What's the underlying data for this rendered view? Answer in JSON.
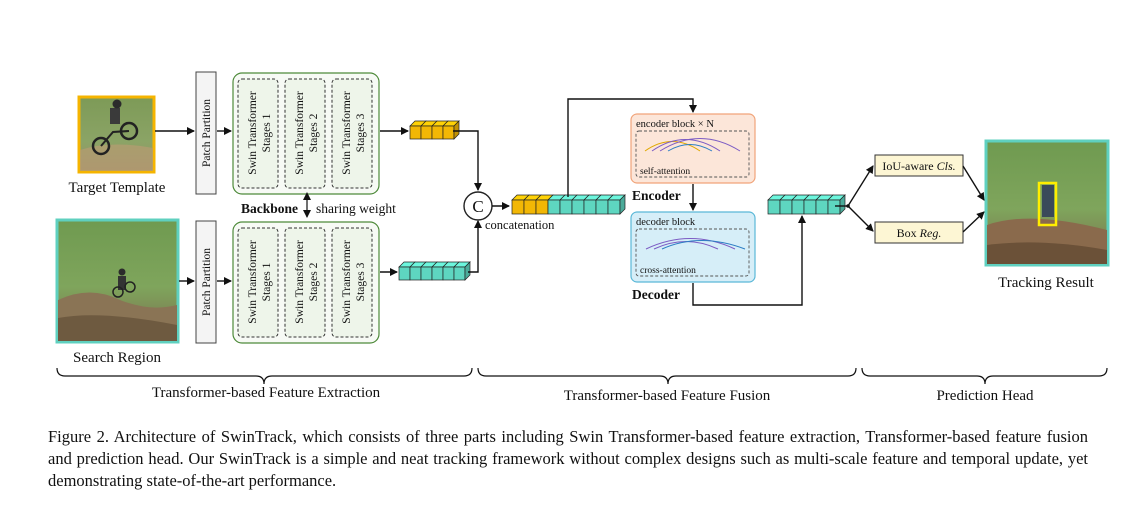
{
  "diagram": {
    "target_template_label": "Target Template",
    "search_region_label": "Search Region",
    "patch_partition_label": "Patch Partition",
    "swin_stage_labels": [
      [
        "Swin Transformer",
        "Stages 1"
      ],
      [
        "Swin Transformer",
        "Stages 2"
      ],
      [
        "Swin Transformer",
        "Stages 3"
      ]
    ],
    "backbone_label": "Backbone",
    "sharing_weight_label": "sharing weight",
    "concat_symbol": "C",
    "concatenation_label": "concatenation",
    "encoder_block_label": "encoder block × N",
    "self_attention_label": "self-attention",
    "encoder_label": "Encoder",
    "decoder_block_label": "decoder block",
    "cross_attention_label": "cross-attention",
    "decoder_label": "Decoder",
    "head_cls_prefix": "IoU-aware ",
    "head_cls_italic": "Cls.",
    "head_reg_prefix": "Box ",
    "head_reg_italic": "Reg.",
    "tracking_result_label": "Tracking Result",
    "section_labels": {
      "extraction": "Transformer-based Feature Extraction",
      "fusion": "Transformer-based Feature Fusion",
      "head": "Prediction Head"
    },
    "colors": {
      "token_yellow": "#f2b705",
      "token_teal": "#5ed6c0",
      "template_border": "#f5b400",
      "search_border": "#5fd0bf",
      "backbone_border": "#4e8a3a",
      "stage_fill": "#eef5ea",
      "encoder_border": "#f1a47a",
      "encoder_fill": "#fce6d9",
      "decoder_border": "#5bb8d8",
      "decoder_fill": "#d6eef8",
      "head_fill": "#fdf6d4",
      "result_box": "#ffee00"
    }
  },
  "caption": "Figure 2. Architecture of SwinTrack, which consists of three parts including Swin Transformer-based feature extraction, Transformer-based feature fusion and prediction head. Our SwinTrack is a simple and neat tracking framework without complex designs such as multi-scale feature and temporal update, yet demonstrating state-of-the-art performance."
}
